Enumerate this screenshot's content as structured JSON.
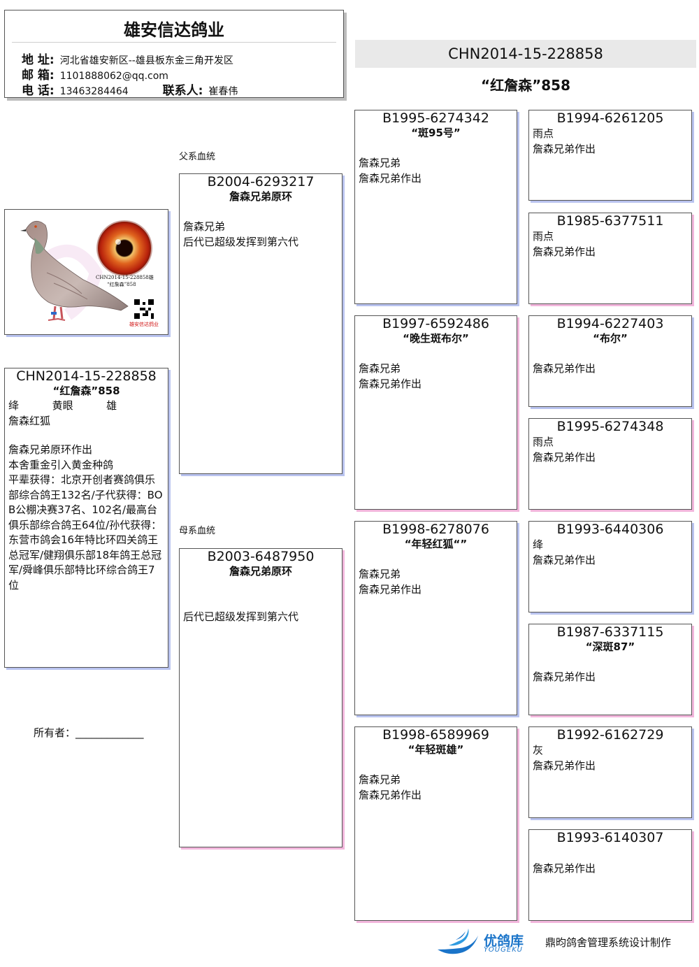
{
  "header": {
    "title": "雄安信达鸽业",
    "address_label": "地 址:",
    "address": "河北省雄安新区--雄县板东金三角开发区",
    "email_label": "邮 箱:",
    "email": "1101888062@qq.com",
    "phone_label": "电 话:",
    "phone": "13463284464",
    "contact_label": "联系人:",
    "contact": "崔春伟"
  },
  "subject": {
    "ring": "CHN2014-15-228858",
    "name": "“红詹森”858",
    "color": "绛",
    "eye": "黄眼",
    "sex": "雄",
    "strain": "詹森红狐",
    "description": "詹森兄弟原环作出\n本舍重金引入黄金种鸽\n平辈获得：北京开创者赛鸽俱乐部综合鸽王132名/子代获得：BOB公棚决赛37名、102名/最高台俱乐部综合鸽王64位/孙代获得：东营市鸽会16年特比环四关鸽王总冠军/健翔俱乐部18年鸽王总冠军/舜峰俱乐部特比环综合鸽王7位"
  },
  "photo": {
    "caption_ring": "CHN2014-15-228858雄",
    "caption_name": "“红詹森”858",
    "stamp": "雄安信达鸽业"
  },
  "labels": {
    "sire_line": "父系血统",
    "dam_line": "母系血统",
    "owner": "所有者：",
    "owner_blank": "_____________"
  },
  "sire": {
    "ring": "B2004-6293217",
    "name": "詹森兄弟原环",
    "lines": [
      "",
      "詹森兄弟",
      "后代已超级发挥到第六代"
    ]
  },
  "dam": {
    "ring": "B2003-6487950",
    "name": "詹森兄弟原环",
    "lines": [
      "",
      "",
      "",
      "后代已超级发挥到第六代"
    ]
  },
  "grandparents": [
    {
      "ring": "B1995-6274342",
      "name": "“斑95号”",
      "lines": [
        "",
        "詹森兄弟",
        "詹森兄弟作出"
      ]
    },
    {
      "ring": "B1997-6592486",
      "name": "“晚生斑布尔”",
      "lines": [
        "",
        "詹森兄弟",
        "詹森兄弟作出"
      ]
    },
    {
      "ring": "B1998-6278076",
      "name": "“年轻红狐“”",
      "lines": [
        "",
        "詹森兄弟",
        "詹森兄弟作出"
      ]
    },
    {
      "ring": "B1998-6589969",
      "name": "“年轻斑雄”",
      "lines": [
        "",
        "詹森兄弟",
        "詹森兄弟作出"
      ]
    }
  ],
  "great_grandparents": [
    {
      "ring": "B1994-6261205",
      "name": "",
      "lines": [
        "雨点",
        "詹森兄弟作出"
      ]
    },
    {
      "ring": "B1985-6377511",
      "name": "",
      "lines": [
        "雨点",
        "詹森兄弟作出"
      ]
    },
    {
      "ring": "B1994-6227403",
      "name": "“布尔”",
      "lines": [
        "",
        "詹森兄弟作出"
      ]
    },
    {
      "ring": "B1995-6274348",
      "name": "",
      "lines": [
        "雨点",
        "詹森兄弟作出"
      ]
    },
    {
      "ring": "B1993-6440306",
      "name": "",
      "lines": [
        "绛",
        "詹森兄弟作出"
      ]
    },
    {
      "ring": "B1987-6337115",
      "name": "“深斑87”",
      "lines": [
        "",
        "詹森兄弟作出"
      ]
    },
    {
      "ring": "B1992-6162729",
      "name": "",
      "lines": [
        "灰",
        "詹森兄弟作出"
      ]
    },
    {
      "ring": "B1993-6140307",
      "name": "",
      "lines": [
        "",
        "詹森兄弟作出"
      ]
    }
  ],
  "footer": {
    "brand_cn": "优鸽库",
    "brand_en": "YOUGEKU",
    "credit": "鼎昀鸽舍管理系统设计制作"
  },
  "colors": {
    "shadow_blue": "#b9c3ef",
    "shadow_pink": "#f2b6dc",
    "brand_blue": "#1a74c9",
    "eye_red": "#d0401a"
  }
}
